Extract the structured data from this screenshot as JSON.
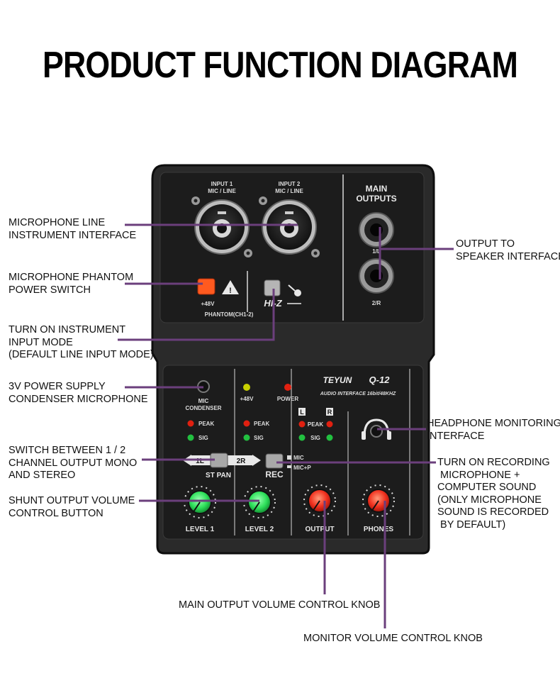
{
  "title": "PRODUCT FUNCTION DIAGRAM",
  "device": {
    "input1_label": "INPUT 1",
    "input2_label": "INPUT 2",
    "input_type": "MIC / LINE",
    "main_outputs": "MAIN\nOUTPUTS",
    "main_outputs_line1": "MAIN",
    "main_outputs_line2": "OUTPUTS",
    "out1": "1/L",
    "out2": "2/R",
    "phantom_value": "+48V",
    "phantom_label": "PHANTOM(CH1-2)",
    "hiz_label": "HI-Z",
    "brand": "TEYUN",
    "model": "Q-12",
    "subtitle": "AUDIO INTERFACE 16bit/48KHZ",
    "mic_condenser": "MIC\nCONDENSER",
    "mic_label": "MIC",
    "condenser_label": "CONDENSER",
    "led_48v": "+48V",
    "led_power": "POWER",
    "peak": "PEAK",
    "sig": "SIG",
    "left": "L",
    "right": "R",
    "st_pan": "ST PAN",
    "pan_left": "1L",
    "pan_right": "2R",
    "rec": "REC",
    "rec_mic": "MIC",
    "rec_micp": "MIC+P",
    "level1": "LEVEL 1",
    "level2": "LEVEL 2",
    "output": "OUTPUT",
    "phones": "PHONES"
  },
  "callouts": {
    "mic_line": "MICROPHONE LINE\nINSTRUMENT INTERFACE",
    "phantom": "MICROPHONE PHANTOM\nPOWER SWITCH",
    "instrument": "TURN ON INSTRUMENT\nINPUT MODE\n(DEFAULT LINE INPUT MODE)",
    "power3v": "3V POWER SUPPLY\nCONDENSER MICROPHONE",
    "switch_mono": "SWITCH BETWEEN 1 / 2\nCHANNEL OUTPUT MONO\nAND STEREO",
    "shunt": "SHUNT OUTPUT VOLUME\nCONTROL BUTTON",
    "speaker": "OUTPUT TO\nSPEAKER INTERFACE",
    "headphone": "HEADPHONE MONITORING\nINTERFACE",
    "recording": "TURN ON RECORDING\n MICROPHONE +\nCOMPUTER SOUND\n(ONLY MICROPHONE\nSOUND IS RECORDED\n BY DEFAULT)",
    "main_output_knob": "MAIN OUTPUT VOLUME CONTROL KNOB",
    "monitor_knob": "MONITOR VOLUME CONTROL KNOB"
  },
  "colors": {
    "leader_line": "#6b3f7c",
    "device_body": "#2b2b2b",
    "panel": "#1d1d1d",
    "green_knob": "#2ee05a",
    "red_knob": "#f0301e",
    "phantom_button": "#ff5a1f"
  }
}
